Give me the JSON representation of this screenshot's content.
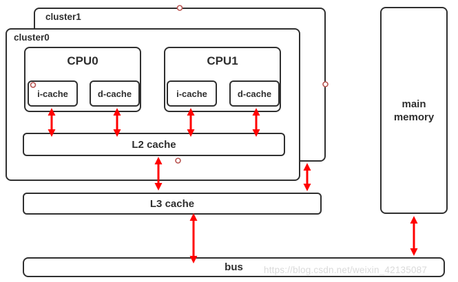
{
  "diagram": {
    "clusters": [
      {
        "label": "cluster1"
      },
      {
        "label": "cluster0"
      }
    ],
    "cpus": [
      {
        "label": "CPU0",
        "caches": [
          {
            "label": "i-cache"
          },
          {
            "label": "d-cache"
          }
        ]
      },
      {
        "label": "CPU1",
        "caches": [
          {
            "label": "i-cache"
          },
          {
            "label": "d-cache"
          }
        ]
      }
    ],
    "l2": {
      "label": "L2 cache"
    },
    "l3": {
      "label": "L3 cache"
    },
    "memory": {
      "label": "main memory"
    },
    "bus": {
      "label": "bus"
    },
    "watermark": "https://blog.csdn.net/weixin_42135087",
    "connections": [
      {
        "from": "CPU0 i-cache",
        "to": "L2 cache",
        "bidirectional": true
      },
      {
        "from": "CPU0 d-cache",
        "to": "L2 cache",
        "bidirectional": true
      },
      {
        "from": "CPU1 i-cache",
        "to": "L2 cache",
        "bidirectional": true
      },
      {
        "from": "CPU1 d-cache",
        "to": "L2 cache",
        "bidirectional": true
      },
      {
        "from": "L2 cache",
        "to": "L3 cache",
        "bidirectional": true
      },
      {
        "from": "cluster1",
        "to": "L3 cache",
        "bidirectional": true
      },
      {
        "from": "L3 cache",
        "to": "bus",
        "bidirectional": true
      },
      {
        "from": "main memory",
        "to": "bus",
        "bidirectional": true
      }
    ],
    "colors": {
      "arrow": "#ff0000",
      "border": "#2f2f2f",
      "endpoint_stroke": "#b85450",
      "watermark": "#dadada",
      "text": "#2e2e2e"
    }
  }
}
